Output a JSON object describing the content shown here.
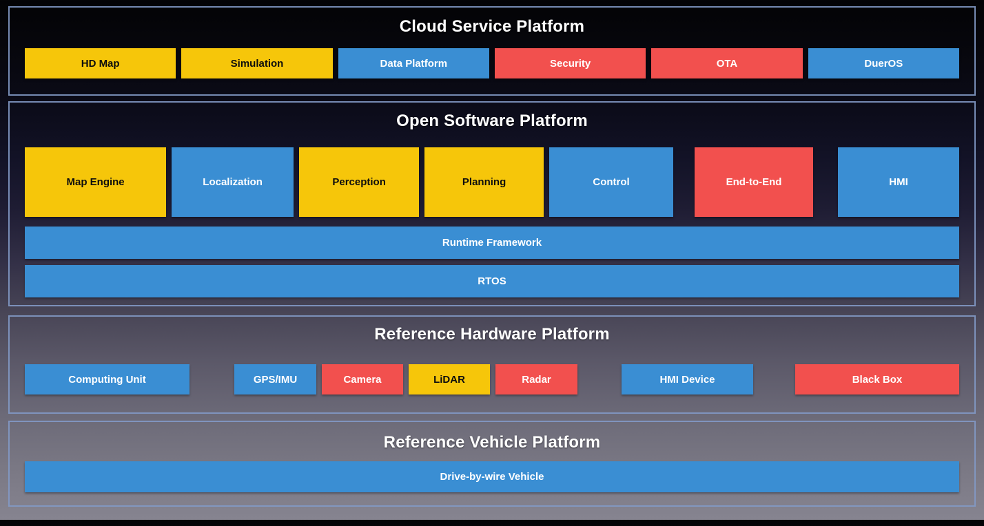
{
  "colors": {
    "yellow": "#F6C60A",
    "yellow_text": "#0D0D0D",
    "blue": "#3A8ED3",
    "blue_text": "#FFFFFF",
    "red": "#F2504E",
    "red_text": "#FFFFFF",
    "title_text": "#FFFFFF"
  },
  "sections": [
    {
      "title": "Cloud Service Platform",
      "boxes": [
        {
          "label": "HD Map",
          "color": "yellow"
        },
        {
          "label": "Simulation",
          "color": "yellow"
        },
        {
          "label": "Data Platform",
          "color": "blue"
        },
        {
          "label": "Security",
          "color": "red"
        },
        {
          "label": "OTA",
          "color": "red"
        },
        {
          "label": "DuerOS",
          "color": "blue"
        }
      ]
    },
    {
      "title": "Open Software Platform",
      "modules": [
        {
          "label": "Map Engine",
          "color": "yellow"
        },
        {
          "label": "Localization",
          "color": "blue"
        },
        {
          "label": "Perception",
          "color": "yellow"
        },
        {
          "label": "Planning",
          "color": "yellow"
        },
        {
          "label": "Control",
          "color": "blue"
        },
        {
          "label": "End-to-End",
          "color": "red"
        },
        {
          "label": "HMI",
          "color": "blue"
        }
      ],
      "bars": [
        {
          "label": "Runtime Framework",
          "color": "blue"
        },
        {
          "label": "RTOS",
          "color": "blue"
        }
      ]
    },
    {
      "title": "Reference Hardware Platform",
      "boxes": [
        {
          "label": "Computing Unit",
          "color": "blue"
        },
        {
          "label": "GPS/IMU",
          "color": "blue"
        },
        {
          "label": "Camera",
          "color": "red"
        },
        {
          "label": "LiDAR",
          "color": "yellow"
        },
        {
          "label": "Radar",
          "color": "red"
        },
        {
          "label": "HMI Device",
          "color": "blue"
        },
        {
          "label": "Black Box",
          "color": "red"
        }
      ]
    },
    {
      "title": "Reference Vehicle Platform",
      "bars": [
        {
          "label": "Drive-by-wire Vehicle",
          "color": "blue"
        }
      ]
    }
  ]
}
